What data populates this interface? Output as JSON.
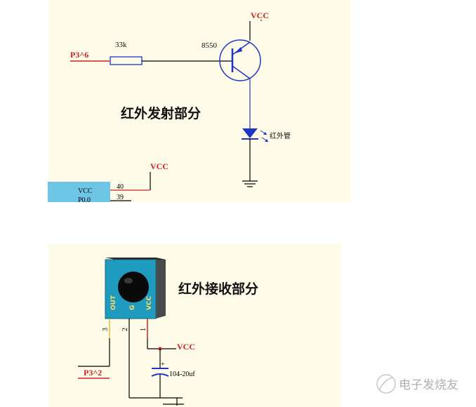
{
  "transmitter": {
    "vcc_top": "VCC",
    "input_port": "P3^6",
    "resistor": "33k",
    "transistor": "8550",
    "title": "红外发射部分",
    "led_label": "红外管",
    "vcc_mcu": "VCC",
    "mcu_pin_vcc": "VCC",
    "mcu_pin_p00": "P0.0",
    "pin_40": "40",
    "pin_39": "39"
  },
  "receiver": {
    "title": "红外接收部分",
    "pin_out": "OUT",
    "pin_gnd": "G",
    "pin_vcc": "VCC",
    "pin_num_1": "1",
    "pin_num_2": "2",
    "pin_num_3": "3",
    "vcc": "VCC",
    "output_port": "P3^2",
    "capacitor": "104-20uf"
  },
  "watermark": "电子发烧友",
  "colors": {
    "panel_bg": "#fefce8",
    "wire_red": "#cc2222",
    "wire_black": "#000000",
    "component_blue": "#1f35c8",
    "mcu_body": "#6ec6e6"
  }
}
